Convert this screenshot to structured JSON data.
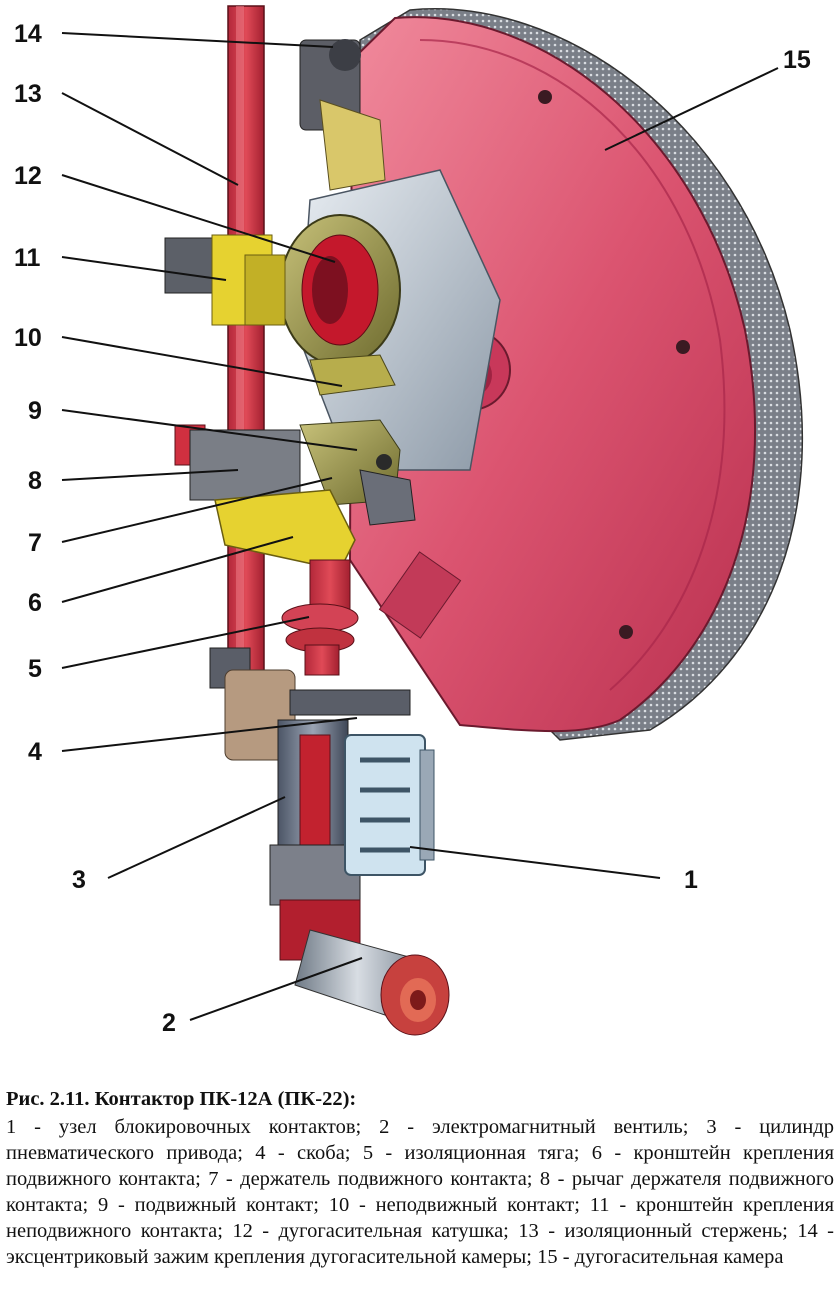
{
  "figure": {
    "callouts": [
      "14",
      "13",
      "12",
      "11",
      "10",
      "9",
      "8",
      "7",
      "6",
      "5",
      "4",
      "3",
      "2",
      "1",
      "15"
    ]
  },
  "caption": {
    "title": "Рис. 2.11. Контактор ПК-12А (ПК-22):",
    "body": "1 - узел блокировочных контактов; 2 - электромагнитный вентиль; 3 - цилиндр пневматического привода; 4 - скоба; 5 - изоляционная тяга; 6 - кронштейн крепления подвижного контакта; 7 - держатель подвижного контакта; 8 - рычаг держателя подвижного контакта; 9 - подвижный контакт; 10 - неподвижный контакт; 11 - кронштейн крепления неподвижного контакта; 12 - дугогасительная катушка; 13 - изоляционный стержень; 14 - эксцентриковый зажим крепления дугогасительной камеры; 15 - дугогасительная камера"
  }
}
